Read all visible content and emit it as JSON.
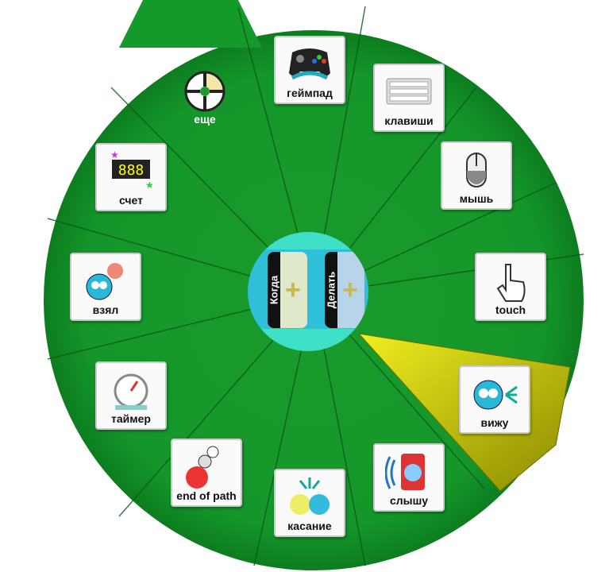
{
  "center": {
    "when_label": "Когда",
    "do_label": "Делать"
  },
  "items": [
    {
      "label": "геймпад",
      "icon": "gamepad-icon"
    },
    {
      "label": "клавиши",
      "icon": "keyboard-icon"
    },
    {
      "label": "мышь",
      "icon": "mouse-icon"
    },
    {
      "label": "touch",
      "icon": "touch-hand-icon"
    },
    {
      "label": "вижу",
      "icon": "see-eye-icon"
    },
    {
      "label": "слышу",
      "icon": "speaker-icon"
    },
    {
      "label": "касание",
      "icon": "bump-icon"
    },
    {
      "label": "end of path",
      "icon": "end-of-path-icon"
    },
    {
      "label": "таймер",
      "icon": "timer-icon"
    },
    {
      "label": "взял",
      "icon": "got-apple-icon"
    },
    {
      "label": "счет",
      "icon": "score-icon"
    },
    {
      "label": "еще",
      "icon": "more-icon"
    }
  ],
  "colors": {
    "wheel": "#149a2a",
    "highlight": "#d4d20a",
    "hub": "#2ec0d8"
  }
}
